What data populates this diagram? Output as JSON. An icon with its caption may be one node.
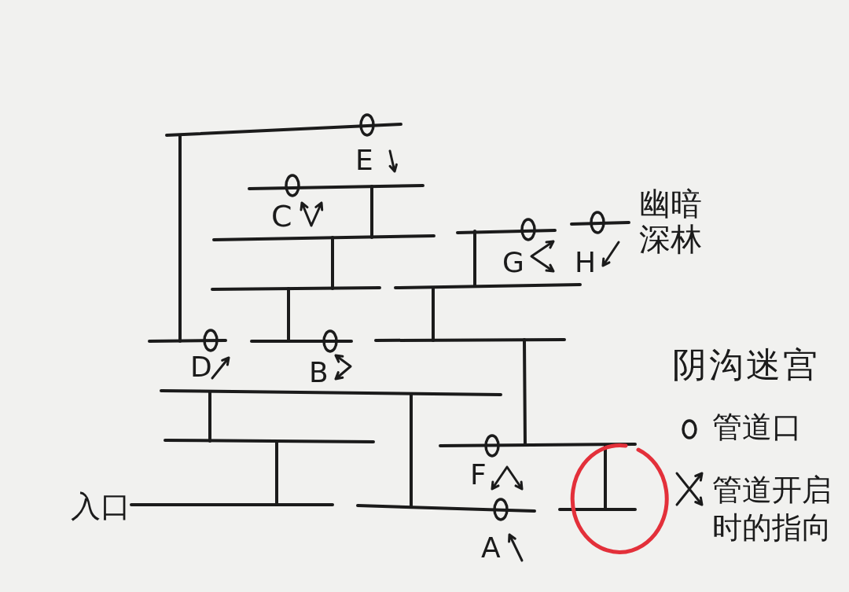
{
  "diagram": {
    "title": "阴沟迷宫",
    "labels": [
      "E",
      "幽暗深林",
      "C",
      "G",
      "H",
      "D",
      "B",
      "F",
      "入口",
      "A"
    ],
    "legend": [
      {
        "text": "管道口"
      },
      {
        "text": "管道开启时的指向"
      }
    ]
  }
}
